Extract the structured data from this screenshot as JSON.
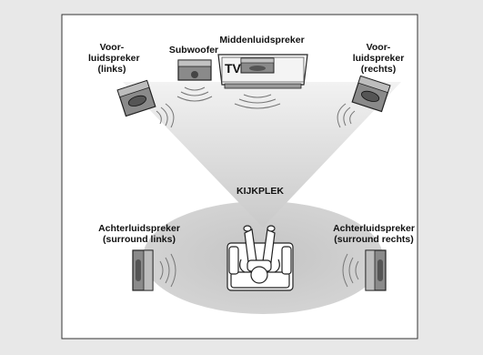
{
  "diagram": {
    "speakers": {
      "front_left": {
        "line1": "Voor-",
        "line2": "luidspreker",
        "line3": "(links)"
      },
      "subwoofer": {
        "label": "Subwoofer"
      },
      "center": {
        "label": "Middenluidspreker"
      },
      "front_right": {
        "line1": "Voor-",
        "line2": "luidspreker",
        "line3": "(rechts)"
      },
      "rear_left": {
        "line1": "Achterluidspreker",
        "line2": "(surround links)"
      },
      "rear_right": {
        "line1": "Achterluidspreker",
        "line2": "(surround rechts)"
      }
    },
    "tv_label": "TV",
    "listening_position": "KIJKPLEK"
  }
}
